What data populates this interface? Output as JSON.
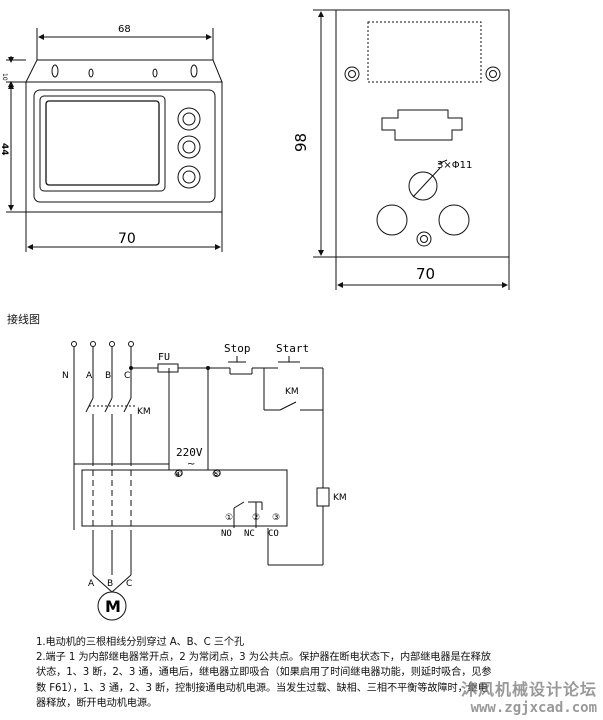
{
  "front_view": {
    "width_dim_top": "68",
    "width_dim_bottom": "70",
    "side_dim_small": "10",
    "side_dim_large": "44"
  },
  "rear_view": {
    "height_dim": "98",
    "width_dim": "70",
    "hole_dim": "3×Φ11"
  },
  "section_title": "接线图",
  "wiring": {
    "line_labels": [
      "N",
      "A",
      "B",
      "C"
    ],
    "fuse_label": "FU",
    "stop_label": "Stop",
    "start_label": "Start",
    "km_label": "KM",
    "voltage_label": "220V",
    "terminal_4": "④",
    "terminal_5": "⑤",
    "terminal_1": "①",
    "terminal_2": "②",
    "terminal_3": "③",
    "no_label": "NO",
    "nc_label": "NC",
    "co_label": "CO",
    "motor_labels": [
      "A",
      "B",
      "C"
    ],
    "motor_symbol": "M"
  },
  "notes": [
    "1.电动机的三根相线分别穿过 A、B、C 三个孔",
    "2.端子 1 为内部继电器常开点，2 为常闭点，3 为公共点。保护器在断电状态下，内部继电器是在释放",
    "状态，1、3 断，2、3 通，通电后，继电器立即吸合（如果启用了时间继电器功能，则延时吸合，见参",
    "数 F61），1、3 通，2、3 断，控制接通电动机电源。当发生过载、缺相、三相不平衡等故障时，继电",
    "器释放，断开电动机电源。"
  ],
  "watermark": {
    "text": "沐风机械设计论坛",
    "url": "www.zgjxcad.com"
  }
}
